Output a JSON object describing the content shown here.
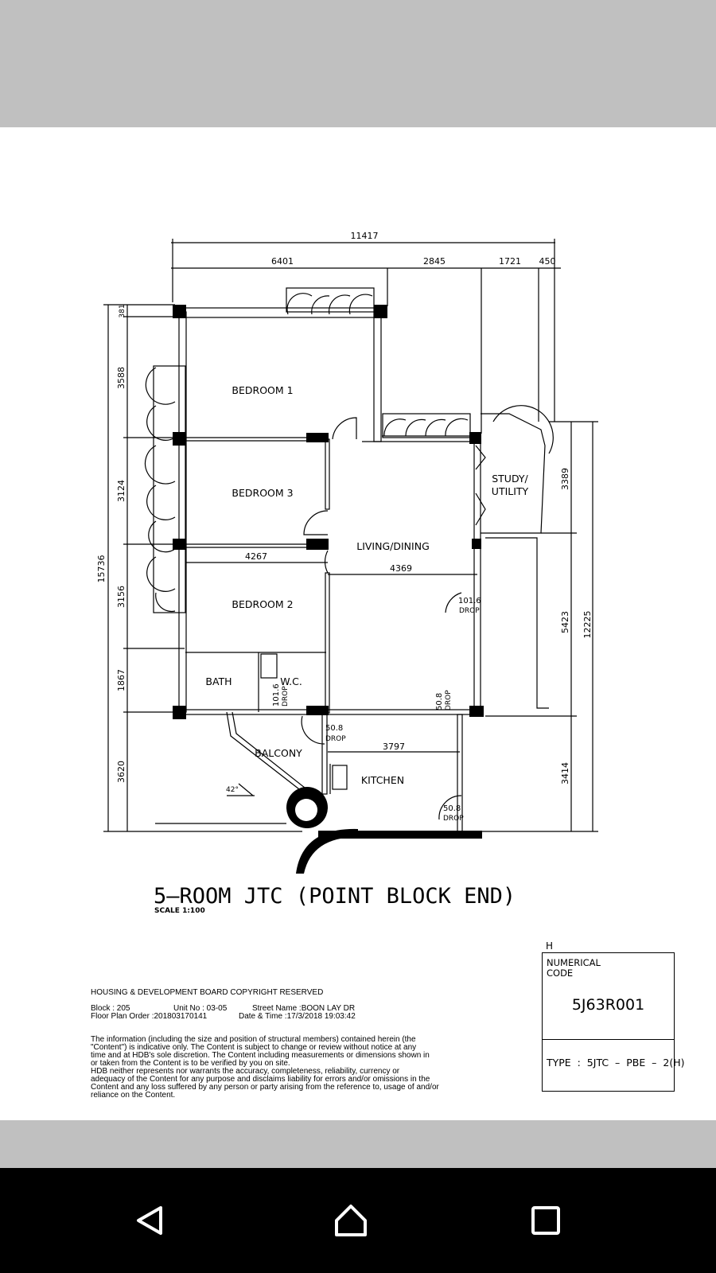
{
  "plan": {
    "rooms": {
      "bedroom1": "BEDROOM 1",
      "bedroom3": "BEDROOM 3",
      "bedroom2": "BEDROOM 2",
      "living": "LIVING/DINING",
      "study1": "STUDY/",
      "study2": "UTILITY",
      "bath": "BATH",
      "wc": "W.C.",
      "balcony": "BALCONY",
      "kitchen": "KITCHEN"
    },
    "dimensions": {
      "top_total": "11417",
      "top_segments": [
        "6401",
        "2845",
        "1721",
        "450"
      ],
      "left_total": "15736",
      "left_segments": [
        "381",
        "3588",
        "3124",
        "3156",
        "1867",
        "3620"
      ],
      "right_segments": [
        "3389",
        "5423",
        "3414"
      ],
      "right_total": "12225",
      "bedroom_width": "4267",
      "living_width": "4369",
      "kitchen_width": "3797",
      "angle": "42°"
    },
    "drops": [
      {
        "value": "101.6",
        "label": "DROP"
      },
      {
        "value": "101.6",
        "label": "DROP"
      },
      {
        "value": "50.8",
        "label": "DROP"
      },
      {
        "value": "50.8",
        "label": "DROP"
      },
      {
        "value": "50.8",
        "label": "DROP"
      }
    ],
    "title": "5–ROOM JTC (POINT BLOCK END)",
    "scale": "SCALE  1:100"
  },
  "info": {
    "copyright": "HOUSING & DEVELOPMENT BOARD  COPYRIGHT RESERVED",
    "block": "Block :  205",
    "unit": "Unit No :  03-05",
    "street": "Street Name :BOON LAY DR",
    "order": "Floor Plan Order :201803170141",
    "datetime": "Date & Time :17/3/2018  19:03:42",
    "disclaimer": [
      "The information (including the size and position of structural members) contained herein (the",
      "\"Content\") is indicative only. The Content is subject to change or review without notice at any",
      "time and at HDB's sole discretion. The Content including measurements or dimensions shown in",
      "or taken from the Content is to be verified by you on site.",
      "HDB neither represents nor warrants the accuracy, completeness, reliability, currency or",
      "adequacy of the Content for any purpose and disclaims liability for errors and/or omissions in the",
      "Content and any loss suffered by any person or party arising from the reference to, usage of and/or",
      "reliance on the Content."
    ]
  },
  "code_box": {
    "corner": "H",
    "label1": "NUMERICAL",
    "label2": "CODE",
    "code": "5J63R001",
    "type": "TYPE  :  5JTC  –  PBE  –  2(H)"
  },
  "nav": {
    "back": "back-icon",
    "home": "home-icon",
    "recents": "recents-icon"
  }
}
